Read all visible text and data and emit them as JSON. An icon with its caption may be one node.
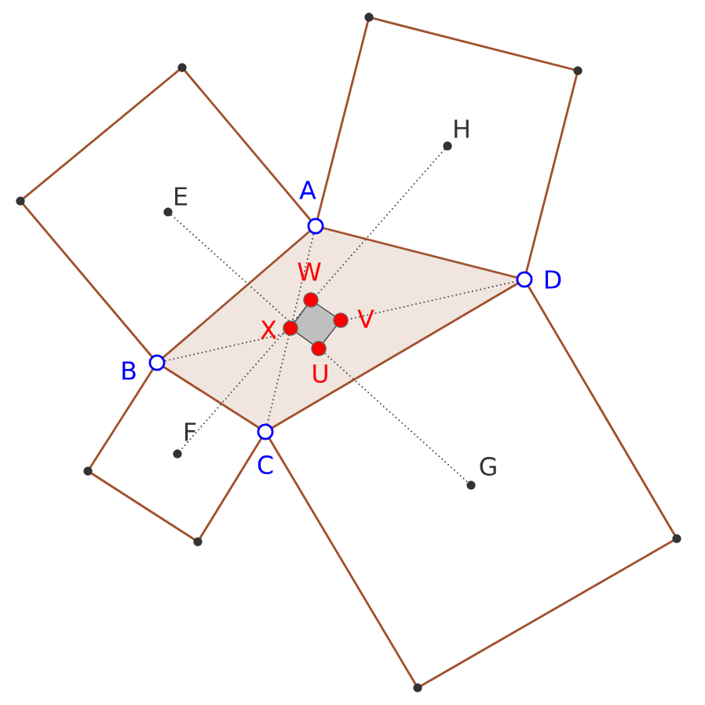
{
  "diagram": {
    "labels": [
      "H",
      "A",
      "E",
      "D",
      "W",
      "V",
      "X",
      "B",
      "U",
      "F",
      "C",
      "G"
    ]
  }
}
